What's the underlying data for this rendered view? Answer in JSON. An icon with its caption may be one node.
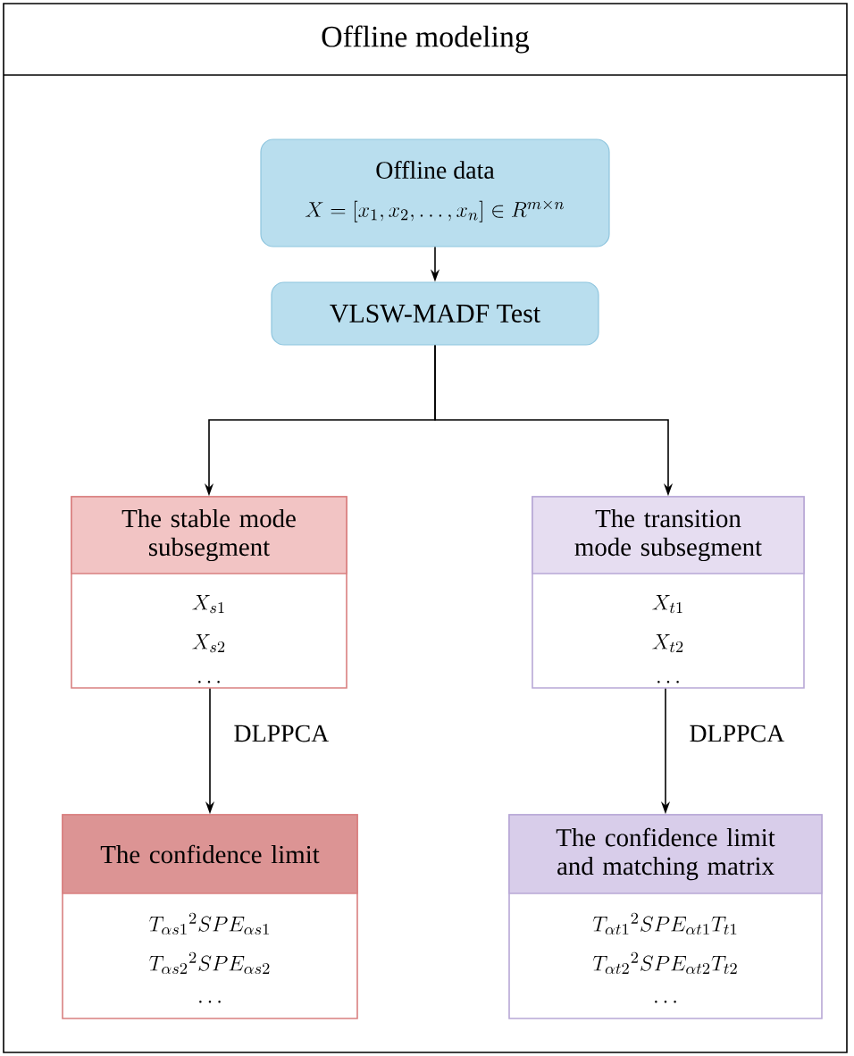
{
  "diagram": {
    "nodes": [
      {
        "text": [
          "Offline modeling"
        ]
      },
      {
        "text": [
          "Offline data",
          "X=\\left[x_{1},x_{2},\\ldots,x_{n}\\right]\\in R^{m\\times n}"
        ],
        "in": 0
      },
      {
        "text": [
          "VLSW-MADF Test"
        ],
        "in": 0
      },
      {
        "text": [
          "The stable mode subsegment",
          "X_{s1}",
          "X_{s2}",
          "\\cdots"
        ],
        "in": 0
      },
      {
        "text": [
          "The transition mode subsegment",
          "X_{t1}",
          "X_{t2}",
          "\\cdots"
        ],
        "in": 0
      },
      {
        "text": [
          "The confidence limit",
          "T_{\\alpha s1}{}^{2}SPE_{\\alpha s1}",
          "T_{\\alpha s2}{}^{2}SPE_{\\alpha s2}",
          "\\cdots"
        ],
        "in": 0
      },
      {
        "text": [
          "The confidence limit and matching matrix",
          "T_{\\alpha t1}{}^{2}SPE_{\\alpha t1}T_{t1}",
          "T_{\\alpha t2}{}^{2}SPE_{\\alpha t2}T_{t2}",
          "\\cdots"
        ],
        "in": 0
      }
    ],
    "edges": [
      {
        "from": 1,
        "to": 2,
        "arrow": "to"
      },
      {
        "from": 2,
        "to": 3,
        "arrow": "to"
      },
      {
        "from": 2,
        "to": 4,
        "arrow": "to"
      },
      {
        "from": 3,
        "to": 5,
        "arrow": "to",
        "label": "DLPPCA"
      },
      {
        "from": 4,
        "to": 6,
        "arrow": "to",
        "label": "DLPPCA"
      }
    ]
  }
}
